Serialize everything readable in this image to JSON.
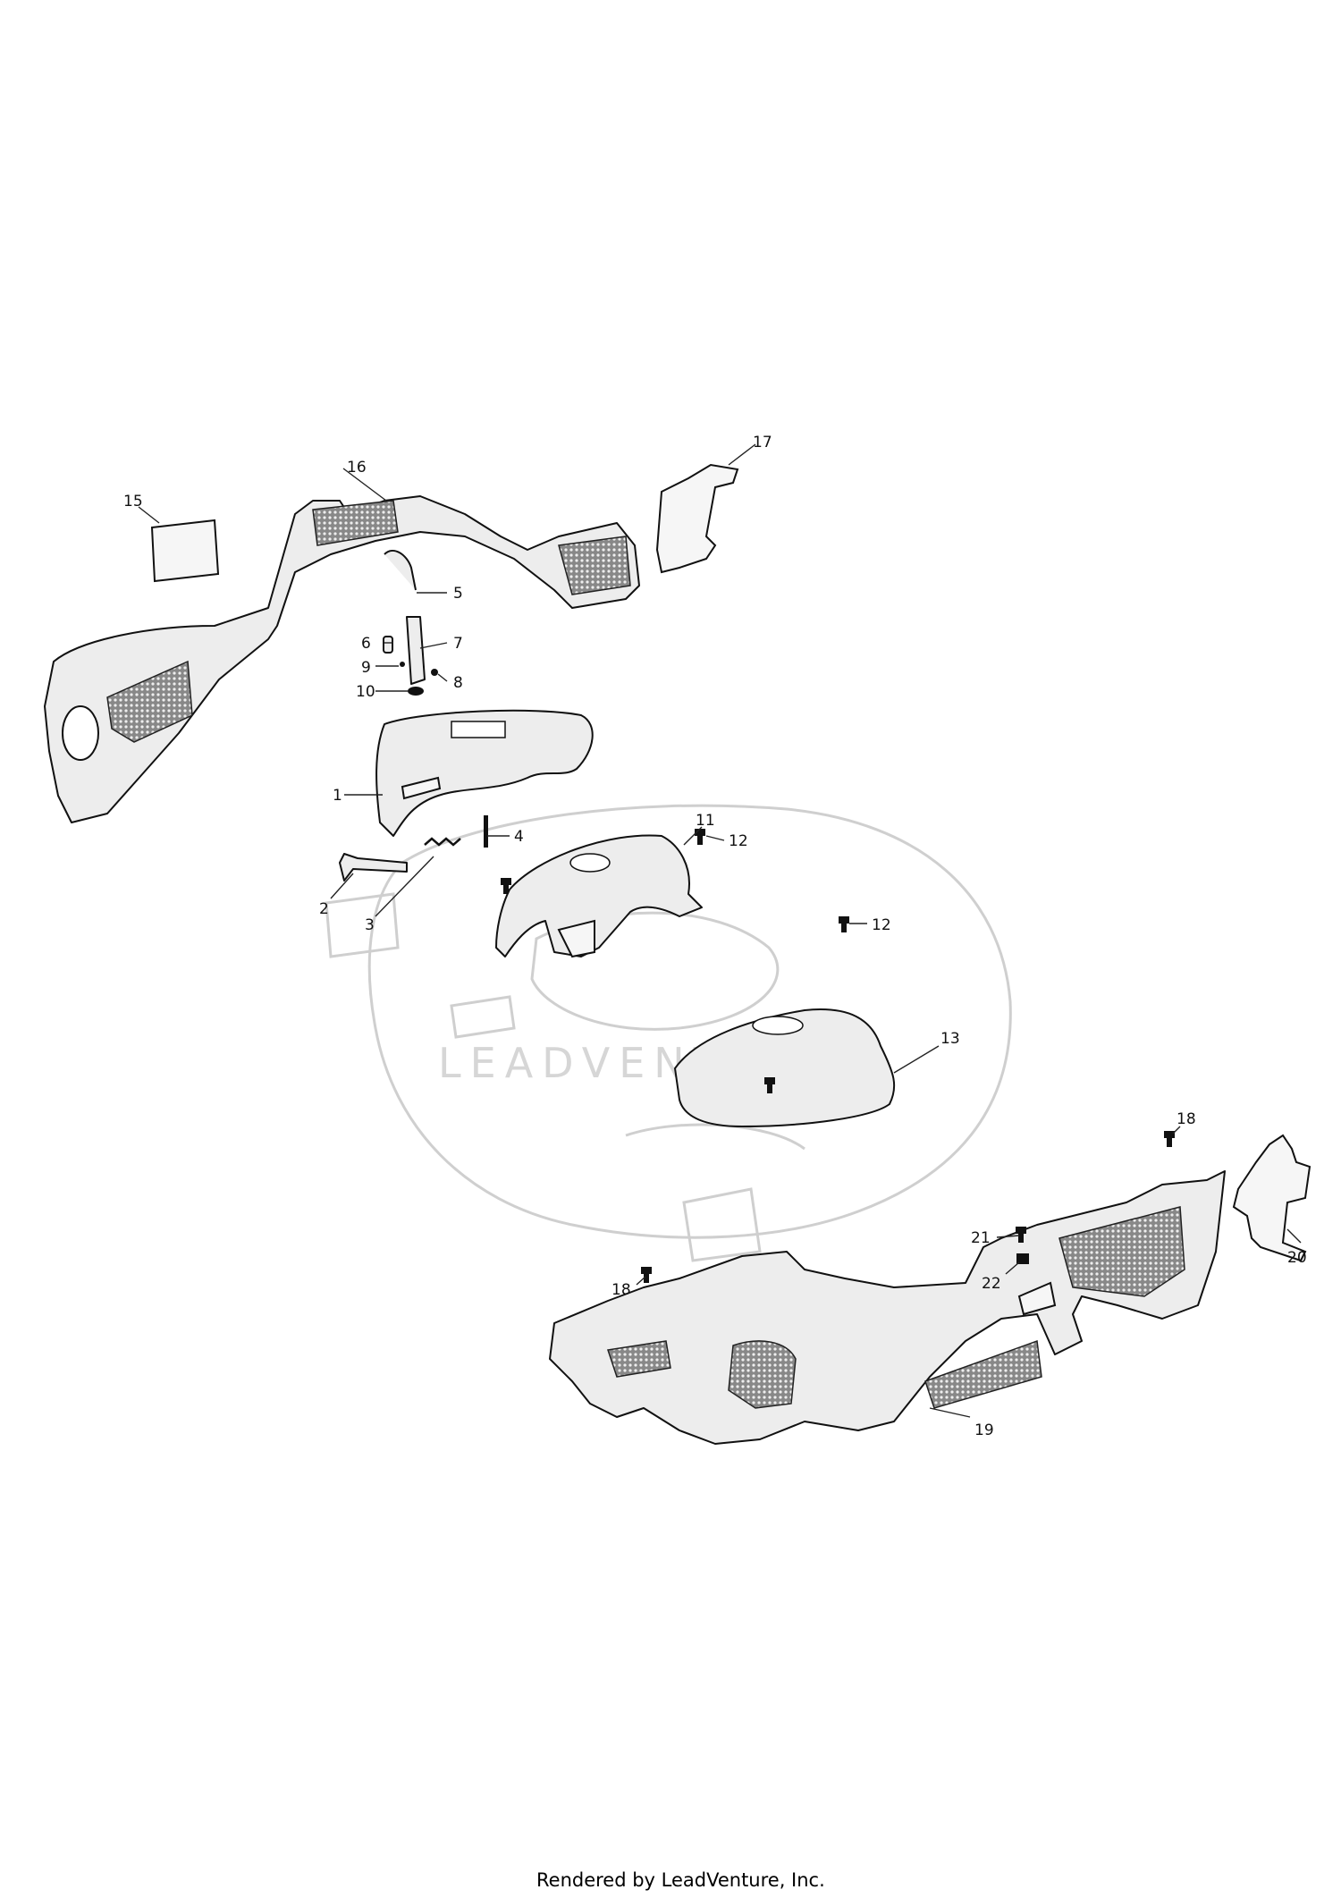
{
  "watermark": "LEADVENTURE",
  "footer": "Rendered by LeadVenture, Inc.",
  "callouts": {
    "c1": "1",
    "c2": "2",
    "c3": "3",
    "c4": "4",
    "c5": "5",
    "c6": "6",
    "c7": "7",
    "c8": "8",
    "c9": "9",
    "c10": "10",
    "c11": "11",
    "c12a": "12",
    "c12b": "12",
    "c13": "13",
    "c15": "15",
    "c16": "16",
    "c17": "17",
    "c18a": "18",
    "c18b": "18",
    "c19": "19",
    "c20": "20",
    "c21": "21",
    "c22": "22"
  }
}
